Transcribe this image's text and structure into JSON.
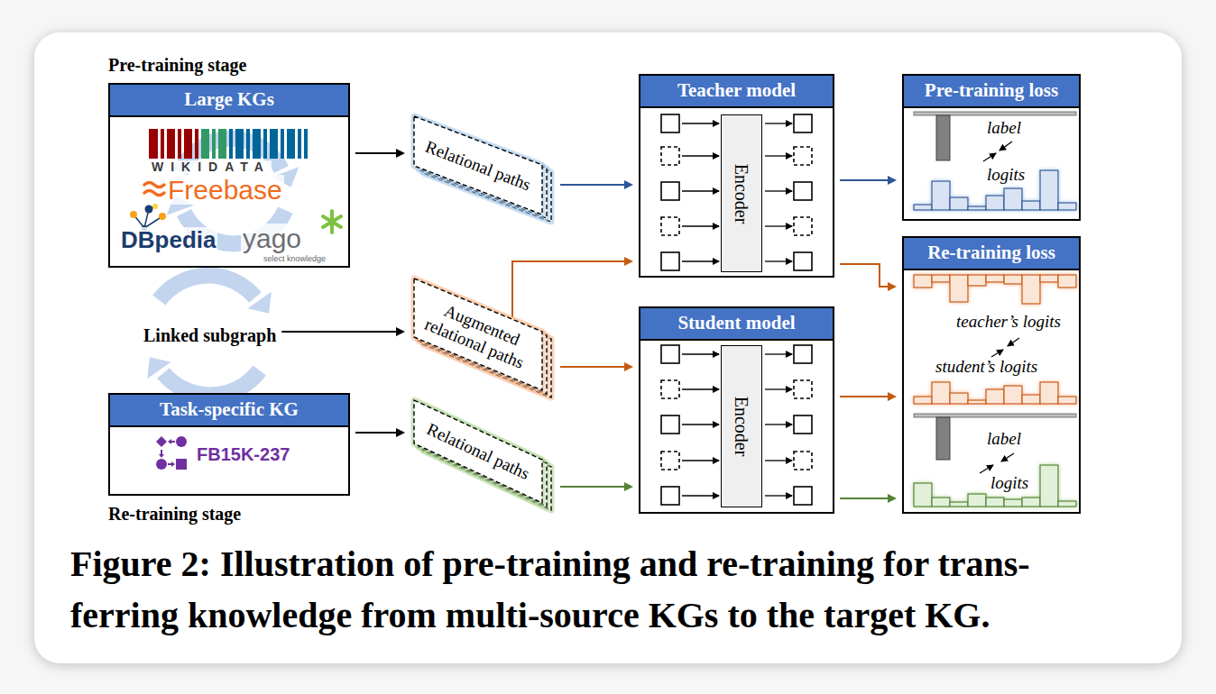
{
  "diagram": {
    "caption": "Figure 2: Illustration of pre-training and re-training for trans- ferring knowledge from multi-source KGs to the target KG.",
    "nodes": [
      {
        "text": [
          "Large KGs",
          "WIKIDATA",
          "Freebase",
          "DBpedia",
          "yago",
          "select knowledge"
        ]
      },
      {
        "text": [
          "Linked subgraph"
        ]
      },
      {
        "text": [
          "Task-specific KG",
          "FB15K-237"
        ]
      },
      {
        "text": [
          "Relational paths"
        ]
      },
      {
        "text": [
          "Augmented relational paths"
        ]
      },
      {
        "text": [
          "Relational paths"
        ]
      },
      {
        "text": [
          "Teacher model"
        ]
      },
      {
        "text": [
          "Encoder"
        ],
        "in": 6
      },
      {
        "text": [
          "Student model"
        ]
      },
      {
        "text": [
          "Encoder"
        ],
        "in": 8
      },
      {
        "text": [
          "Pre-training loss",
          "label",
          "logits"
        ]
      },
      {
        "text": [
          "Re-training loss",
          "teacher’s logits",
          "student’s logits",
          "label",
          "logits"
        ]
      }
    ],
    "edges": [
      {
        "from": 0,
        "to": 3,
        "arrow": "to"
      },
      {
        "from": 1,
        "to": 4,
        "arrow": "to"
      },
      {
        "from": 2,
        "to": 5,
        "arrow": "to"
      },
      {
        "from": 3,
        "to": 6,
        "arrow": "to"
      },
      {
        "from": 4,
        "to": 6,
        "arrow": "to"
      },
      {
        "from": 4,
        "to": 8,
        "arrow": "to"
      },
      {
        "from": 5,
        "to": 8,
        "arrow": "to"
      },
      {
        "from": 6,
        "to": 10,
        "arrow": "to"
      },
      {
        "from": 6,
        "to": 11,
        "arrow": "to"
      },
      {
        "from": 8,
        "to": 11,
        "arrow": "to"
      },
      {
        "from": 8,
        "to": 11,
        "arrow": "to"
      }
    ],
    "labels": [
      "Pre-training stage",
      "Re-training stage"
    ]
  }
}
